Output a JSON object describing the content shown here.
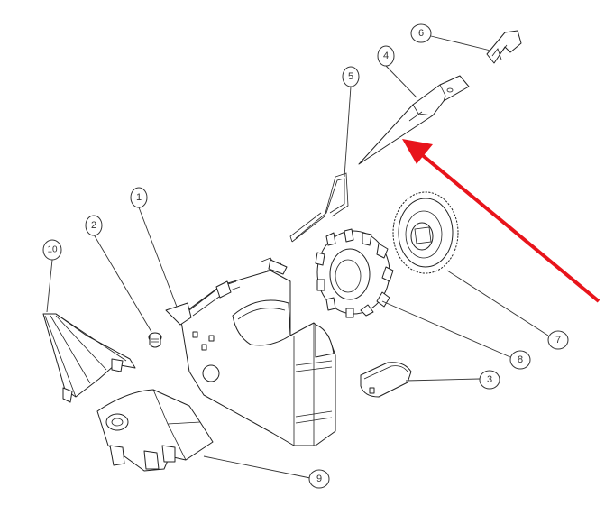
{
  "callouts": [
    {
      "id": "c1",
      "label": "1"
    },
    {
      "id": "c2",
      "label": "2"
    },
    {
      "id": "c3",
      "label": "3"
    },
    {
      "id": "c4",
      "label": "4"
    },
    {
      "id": "c5",
      "label": "5"
    },
    {
      "id": "c6",
      "label": "6"
    },
    {
      "id": "c7",
      "label": "7"
    },
    {
      "id": "c8",
      "label": "8"
    },
    {
      "id": "c9",
      "label": "9"
    },
    {
      "id": "c10",
      "label": "10"
    }
  ],
  "colors": {
    "line": "#222222",
    "arrow": "#e8141b",
    "background": "#ffffff"
  }
}
